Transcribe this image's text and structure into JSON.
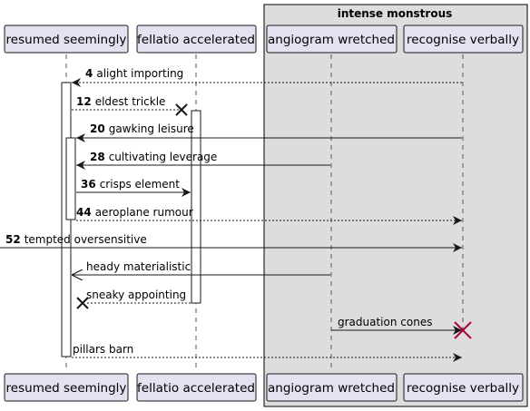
{
  "group": {
    "label": "intense monstrous"
  },
  "participants": [
    {
      "id": "p1",
      "label": "resumed seemingly"
    },
    {
      "id": "p2",
      "label": "fellatio accelerated"
    },
    {
      "id": "p3",
      "label": "angiogram wretched"
    },
    {
      "id": "p4",
      "label": "recognise verbally"
    }
  ],
  "messages": [
    {
      "num": "4",
      "text": "alight importing",
      "from": "p4",
      "to": "p1",
      "style": "dashed",
      "head": "filled"
    },
    {
      "num": "12",
      "text": "eldest trickle",
      "from": "p1",
      "to": "p2",
      "style": "dashed",
      "head": "destroy"
    },
    {
      "num": "20",
      "text": "gawking leisure",
      "from": "p4",
      "to": "p1",
      "style": "solid",
      "head": "filled"
    },
    {
      "num": "28",
      "text": "cultivating leverage",
      "from": "p3",
      "to": "p1",
      "style": "solid",
      "head": "filled"
    },
    {
      "num": "36",
      "text": "crisps element",
      "from": "p1",
      "to": "p2",
      "style": "solid",
      "head": "filled"
    },
    {
      "num": "44",
      "text": "aeroplane rumour",
      "from": "p1",
      "to": "p4",
      "style": "dashed",
      "head": "filled"
    },
    {
      "num": "52",
      "text": "tempted oversensitive",
      "from": "left-edge",
      "to": "p4",
      "style": "solid",
      "head": "filled"
    },
    {
      "num": "",
      "text": "heady materialistic",
      "from": "p3",
      "to": "p1",
      "style": "solid",
      "head": "open"
    },
    {
      "num": "",
      "text": "sneaky appointing",
      "from": "p2",
      "to": "p1",
      "style": "dashed",
      "head": "destroy"
    },
    {
      "num": "",
      "text": "graduation cones",
      "from": "p3",
      "to": "p4",
      "style": "solid",
      "head": "filled-destroy"
    },
    {
      "num": "",
      "text": "pillars barn",
      "from": "p1",
      "to": "p4",
      "style": "dashed",
      "head": "filled"
    }
  ],
  "colors": {
    "participant_fill": "#e2e2f0",
    "participant_border": "#181818",
    "group_fill": "#dddddd",
    "lifeline": "#555555",
    "destroy_red": "#a80036"
  }
}
